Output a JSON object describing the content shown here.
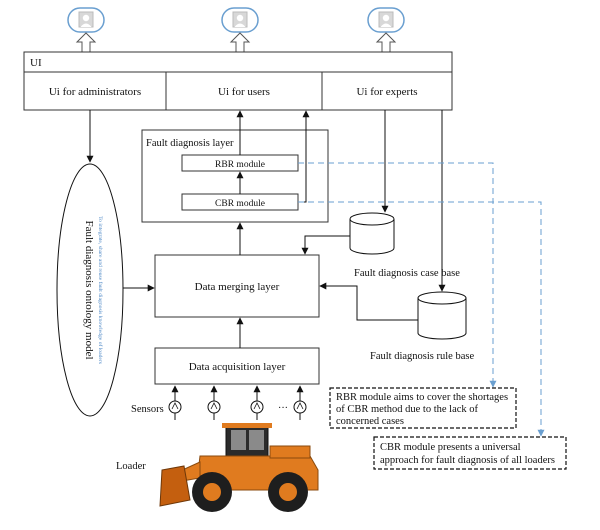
{
  "ui_label": "UI",
  "ui_panels": {
    "admin": "Ui for administrators",
    "users": "Ui for users",
    "experts": "Ui for experts"
  },
  "fault_layer": {
    "title": "Fault diagnosis layer",
    "rbr": "RBR module",
    "cbr": "CBR module"
  },
  "ontology": {
    "title": "Fault diagnosis ontology model",
    "subtitle": "To integrate, share and reuse fault diagnosis knowledge of loaders"
  },
  "case_base": "Fault diagnosis case base",
  "rule_base": "Fault diagnosis rule base",
  "merging": "Data merging layer",
  "acquisition": "Data acquisition layer",
  "sensors": "Sensors",
  "ellipsis": "···",
  "loader": "Loader",
  "notes": {
    "rbr_lines": [
      "RBR module aims to cover the shortages",
      "of CBR method due to the lack of",
      "concerned cases"
    ],
    "cbr_lines": [
      "CBR module presents a universal",
      "approach for fault diagnosis of all loaders"
    ]
  },
  "colors": {
    "user_icon_stroke": "#6a9fd0",
    "dashed_arrow": "#6a9fd0",
    "loader_body": "#e07b1f",
    "subtitle_text": "#4a86c5"
  }
}
